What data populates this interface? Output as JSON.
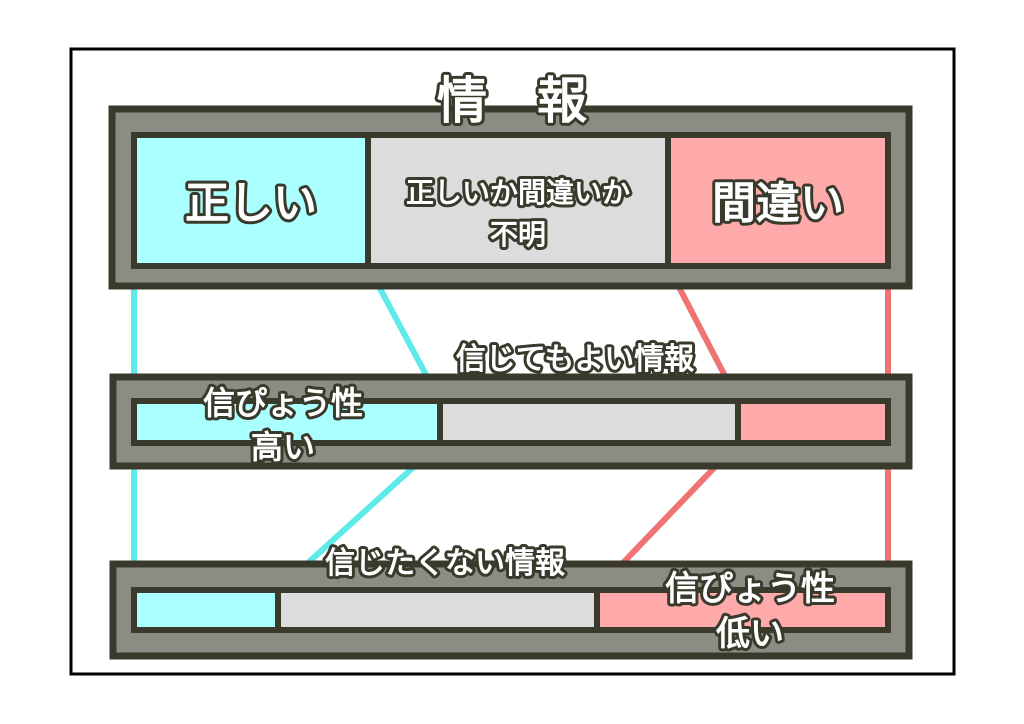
{
  "title": "情　報",
  "top_bar": {
    "correct": "正しい",
    "unknown_line1": "正しいか間違いか",
    "unknown_line2": "不明",
    "wrong": "間違い"
  },
  "middle_bar": {
    "label": "信じてもよい情報",
    "high_line1": "信ぴょう性",
    "high_line2": "高い"
  },
  "bottom_bar": {
    "label": "信じたくない情報",
    "low_line1": "信ぴょう性",
    "low_line2": "低い"
  },
  "colors": {
    "correct": "#aaffff",
    "unknown": "#dcdcdc",
    "wrong": "#ffaaaa",
    "frame": "#8c8c84",
    "border": "#3a3a2c",
    "cyan_line": "#4ee8e8",
    "red_line": "#ee6464"
  }
}
